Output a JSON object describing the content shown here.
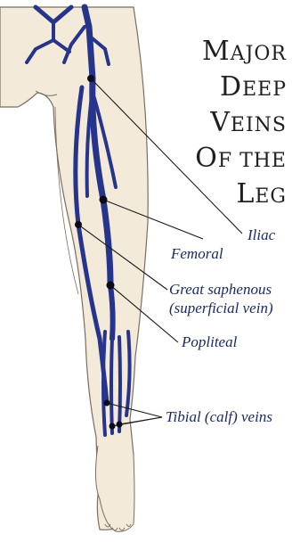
{
  "title": {
    "lines": [
      "Major",
      "Deep",
      "Veins",
      "of the",
      "Leg"
    ]
  },
  "labels": {
    "iliac": "Iliac",
    "femoral": "Femoral",
    "great_saphenous_1": "Great saphenous",
    "great_saphenous_2": "(superficial vein)",
    "popliteal": "Popliteal",
    "tibial": "Tibial (calf) veins"
  },
  "colors": {
    "vein": "#27348b",
    "skin": "#f4ead9",
    "outline": "#7a6e60",
    "leader": "#1a1a1a",
    "dot": "#0b0b1a"
  }
}
